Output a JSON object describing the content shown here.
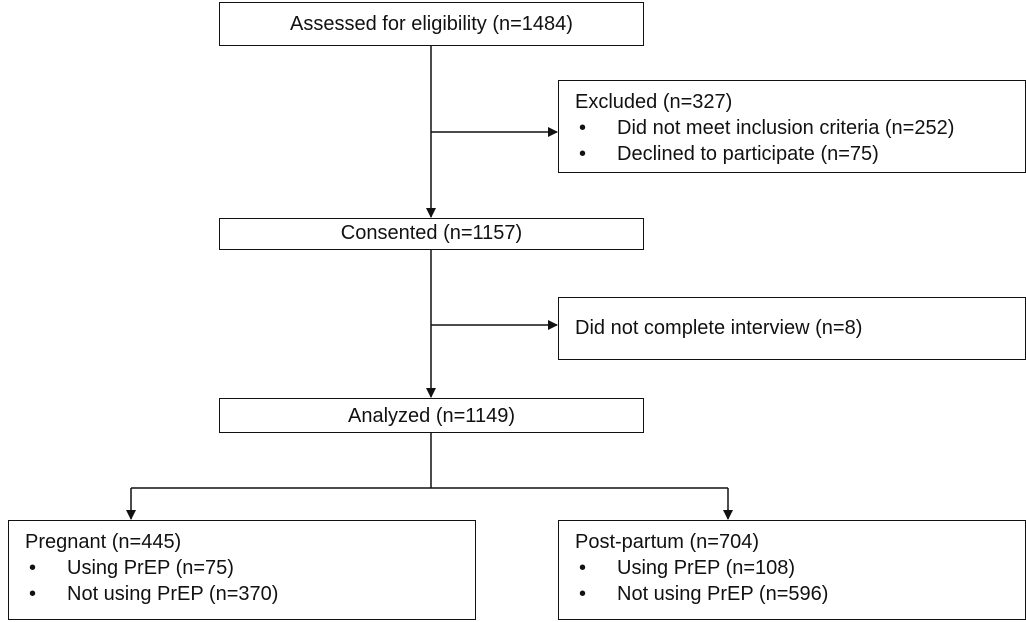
{
  "flow": {
    "assessed": "Assessed for eligibility (n=1484)",
    "excluded": {
      "heading": "Excluded (n=327)",
      "items": [
        "Did not meet inclusion criteria (n=252)",
        "Declined to participate (n=75)"
      ]
    },
    "consented": "Consented (n=1157)",
    "no_interview": "Did not complete interview (n=8)",
    "analyzed": "Analyzed (n=1149)",
    "pregnant": {
      "heading": "Pregnant (n=445)",
      "items": [
        "Using PrEP (n=75)",
        "Not using PrEP (n=370)"
      ]
    },
    "postpartum": {
      "heading": "Post-partum (n=704)",
      "items": [
        "Using PrEP (n=108)",
        "Not using PrEP (n=596)"
      ]
    }
  }
}
